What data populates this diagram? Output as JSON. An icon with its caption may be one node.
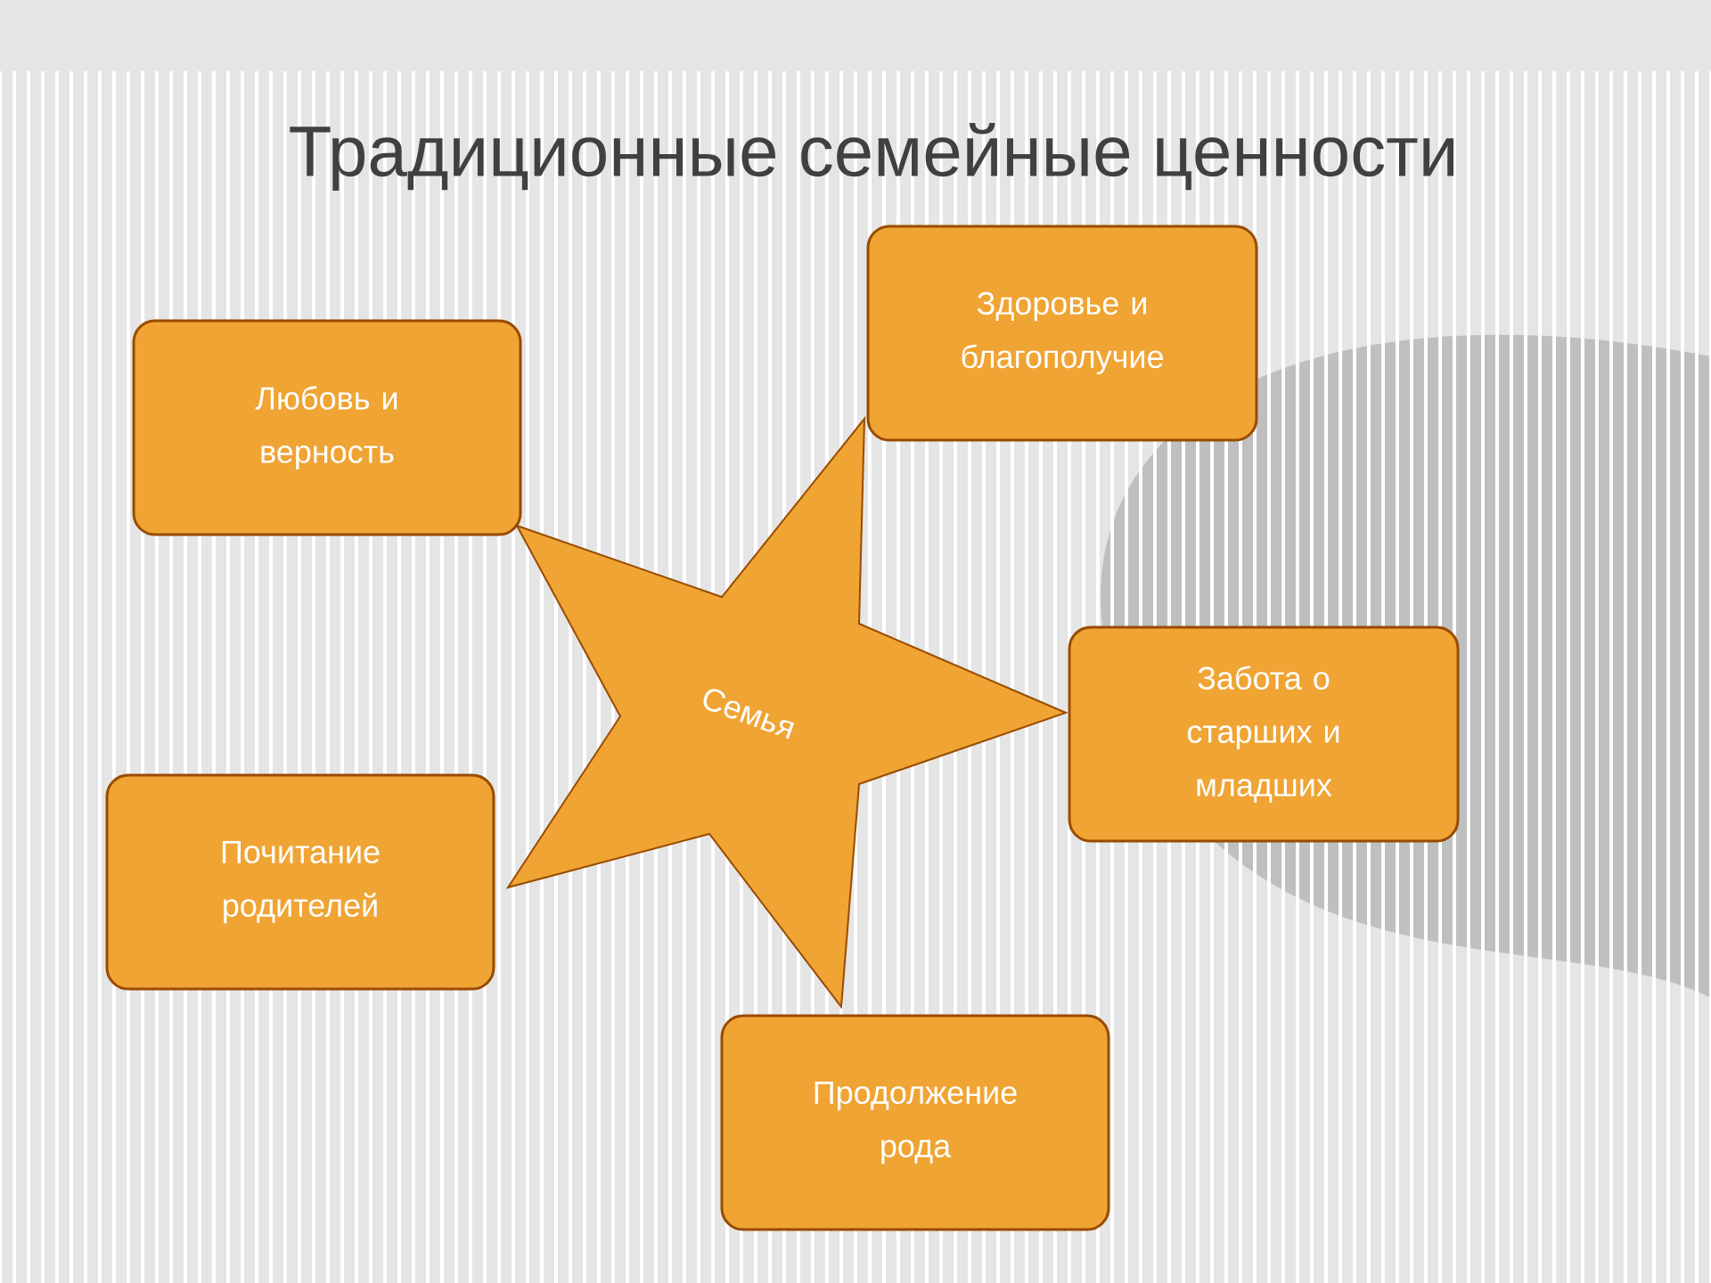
{
  "diagram": {
    "title": "Традиционные семейные ценности",
    "nodes": [
      {
        "text": [
          "Любовь и верность"
        ]
      },
      {
        "text": [
          "Здоровье и благополучие"
        ]
      },
      {
        "text": [
          "Семья"
        ]
      },
      {
        "text": [
          "Забота о старших и младших"
        ]
      },
      {
        "text": [
          "Почитание родителей"
        ]
      },
      {
        "text": [
          "Продолжение рода"
        ]
      }
    ]
  }
}
